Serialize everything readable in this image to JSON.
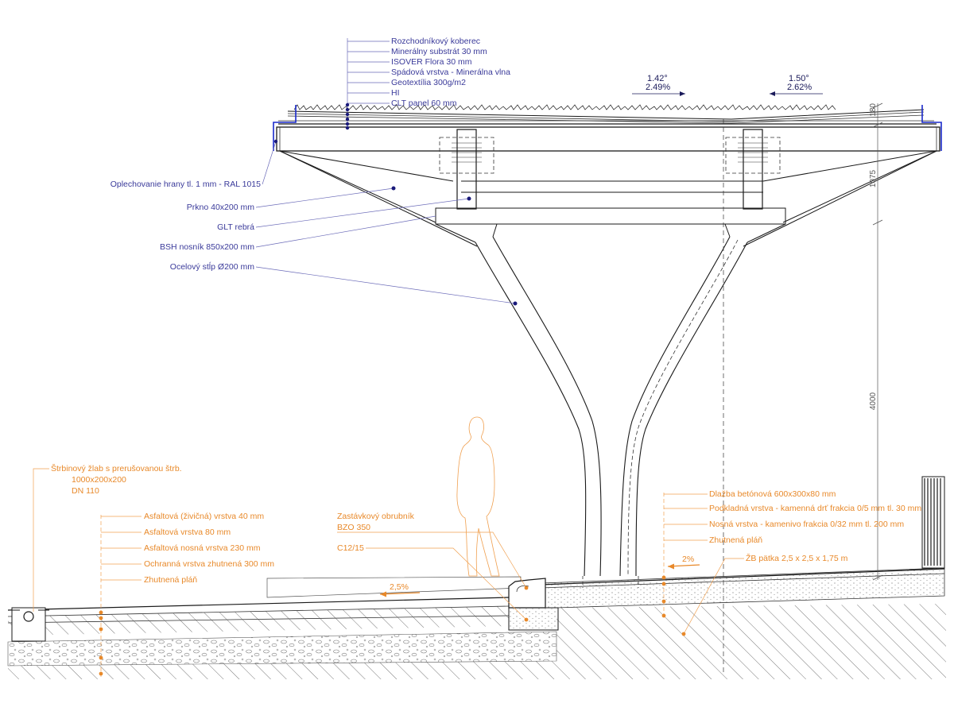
{
  "colors": {
    "structure_label": "#3a3a9a",
    "ground_label": "#e8892a",
    "line": "#1a1a1a",
    "flashing": "#1a2acc"
  },
  "roof_layers": [
    "Rozchodníkový koberec",
    "Minerálny substrát 30 mm",
    "ISOVER Flora 30 mm",
    "Spádová vrstva - Minerálna vlna",
    "Geotextília 300g/m2",
    "HI",
    "CLT panel 60 mm"
  ],
  "slopes": {
    "left_angle": "1.42°",
    "left_percent": "2.49%",
    "right_angle": "1.50°",
    "right_percent": "2.62%",
    "road": "2,5%",
    "pavement": "2%"
  },
  "structure_labels": {
    "flashing": "Oplechovanie hrany tl. 1 mm - RAL 1015",
    "plank": "Prkno 40x200 mm",
    "glt": "GLT rebrá",
    "bsh": "BSH nosník 850x200 mm",
    "column": "Ocelový stĺp Ø200 mm"
  },
  "dimensions": {
    "d180": "180",
    "d1075": "1075",
    "d4000": "4000"
  },
  "drain": {
    "line1": "Štrbinový žlab s prerušovanou štrb.",
    "line2": "1000x200x200",
    "line3": "DN 110"
  },
  "road_layers": [
    "Asfaltová (živičná) vrstva 40 mm",
    "Asfaltová vrstva 80 mm",
    "Asfaltová nosná vrstva 230 mm",
    "Ochranná vrstva zhutnená 300 mm",
    "Zhutnená pláň"
  ],
  "curb": {
    "line1": "Zastávkový obrubník",
    "line2": "BZO 350",
    "concrete": "C12/15"
  },
  "pavement_layers": [
    "Dlažba betónová 600x300x80 mm",
    "Podkladná vrstva - kamenná drť frakcia 0/5 mm tl. 30 mm",
    "Nosná vrstva - kamenivo frakcia 0/32 mm tl. 200 mm",
    "Zhutnená pláň"
  ],
  "footing": "ŽB pätka 2,5 x 2,5 x 1,75 m"
}
